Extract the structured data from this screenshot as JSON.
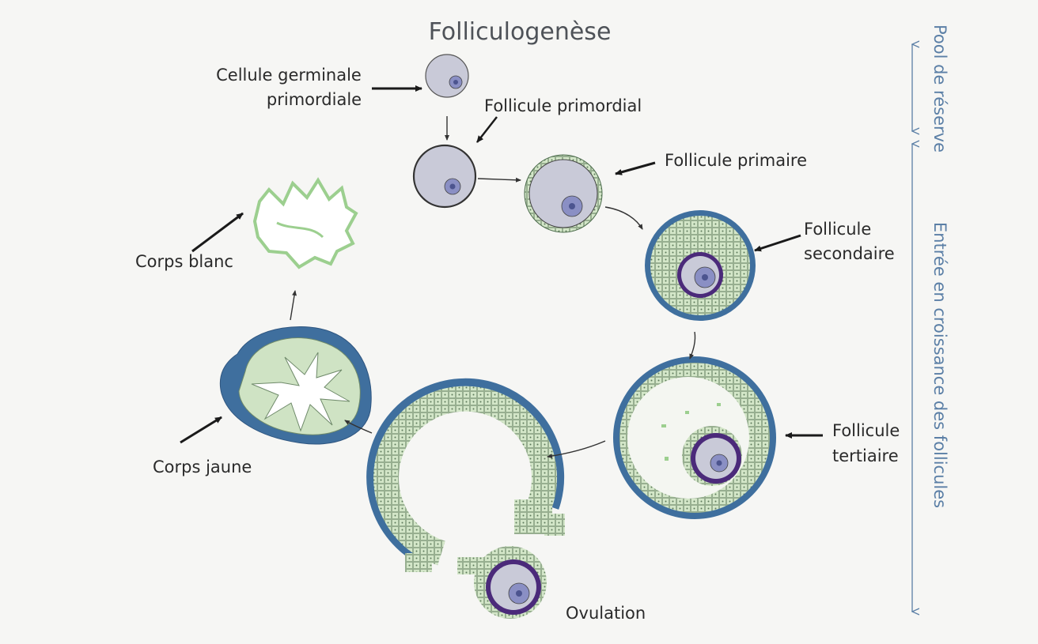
{
  "title": "Folliculogenèse",
  "labels": {
    "cellule_germinale_1": "Cellule germinale",
    "cellule_germinale_2": "primordiale",
    "follicule_primordial": "Follicule primordial",
    "follicule_primaire": "Follicule primaire",
    "follicule_secondaire_1": "Follicule",
    "follicule_secondaire_2": "secondaire",
    "follicule_tertiaire_1": "Follicule",
    "follicule_tertiaire_2": "tertiaire",
    "ovulation": "Ovulation",
    "corps_jaune": "Corps jaune",
    "corps_blanc": "Corps blanc"
  },
  "side": {
    "pool": "Pool de réserve",
    "croissance": "Entrée en croissance des follicules"
  },
  "colors": {
    "theca_blue": "#3f6f9e",
    "granulosa_green": "#cfe3c4",
    "oocyte_gray": "#c7c8d8",
    "zona_purple": "#4b2a7a",
    "nucleus_blue": "#6f78b8",
    "side_text": "#5b7fa6"
  }
}
